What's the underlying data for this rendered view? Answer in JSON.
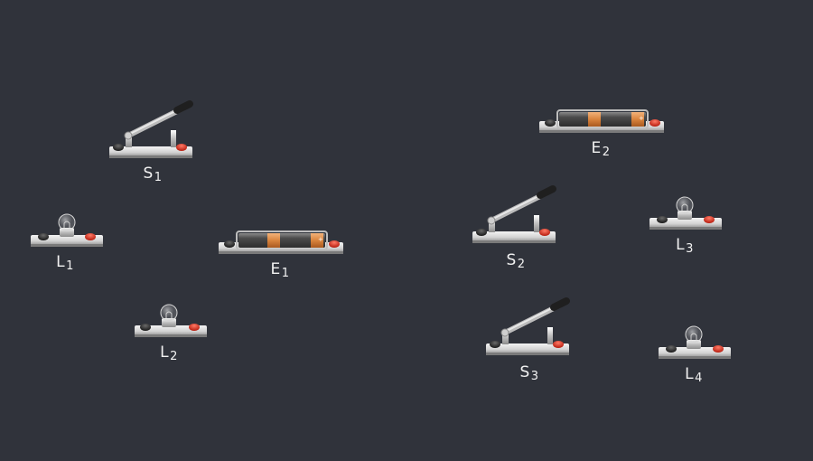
{
  "canvas": {
    "background": "#30333b"
  },
  "colors": {
    "base_light": "#e6e6e6",
    "base_dark": "#8d8d8d",
    "terminal_red": "#d8301f",
    "terminal_black": "#2a2a2a",
    "handle": "#1e1e1e",
    "battery_body": "#5a5a5a",
    "battery_band": "#d98a4a"
  },
  "components": [
    {
      "id": "S1",
      "kind": "switch",
      "icon": "knife-switch-icon",
      "label": {
        "main": "S",
        "sub": "1"
      }
    },
    {
      "id": "L1",
      "kind": "bulb",
      "icon": "bulb-icon",
      "label": {
        "main": "L",
        "sub": "1"
      }
    },
    {
      "id": "L2",
      "kind": "bulb",
      "icon": "bulb-icon",
      "label": {
        "main": "L",
        "sub": "2"
      }
    },
    {
      "id": "E1",
      "kind": "battery",
      "icon": "battery-icon",
      "label": {
        "main": "E",
        "sub": "1"
      }
    },
    {
      "id": "E2",
      "kind": "battery",
      "icon": "battery-icon",
      "label": {
        "main": "E",
        "sub": "2"
      }
    },
    {
      "id": "S2",
      "kind": "switch",
      "icon": "knife-switch-icon",
      "label": {
        "main": "S",
        "sub": "2"
      }
    },
    {
      "id": "L3",
      "kind": "bulb",
      "icon": "bulb-icon",
      "label": {
        "main": "L",
        "sub": "3"
      }
    },
    {
      "id": "S3",
      "kind": "switch",
      "icon": "knife-switch-icon",
      "label": {
        "main": "S",
        "sub": "3"
      }
    },
    {
      "id": "L4",
      "kind": "bulb",
      "icon": "bulb-icon",
      "label": {
        "main": "L",
        "sub": "4"
      }
    }
  ]
}
